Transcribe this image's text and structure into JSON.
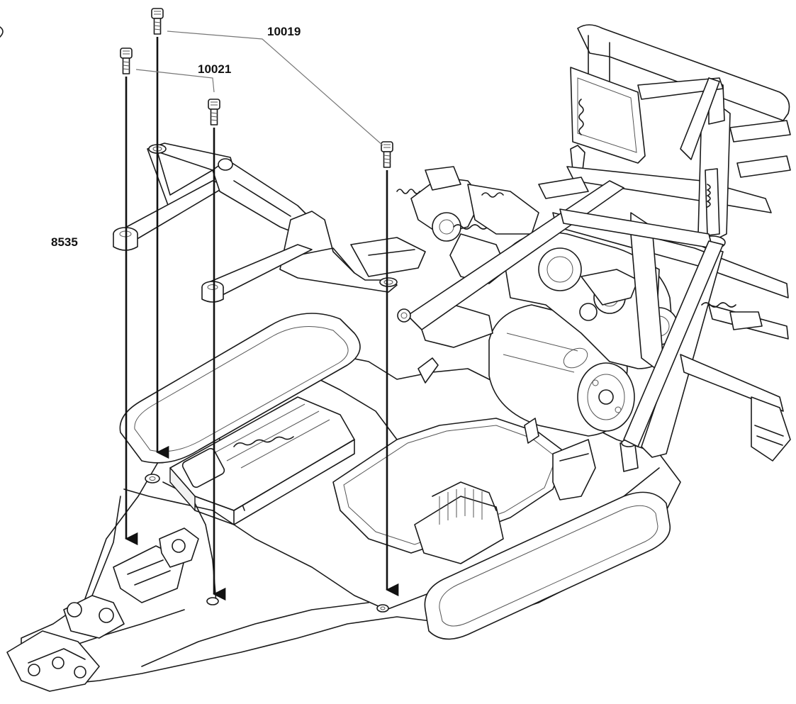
{
  "labels": {
    "screw_a": "10019",
    "screw_b": "10021",
    "part": "8535"
  },
  "colors": {
    "line": "#1a1a1a",
    "leader": "#777777",
    "background": "#ffffff"
  }
}
